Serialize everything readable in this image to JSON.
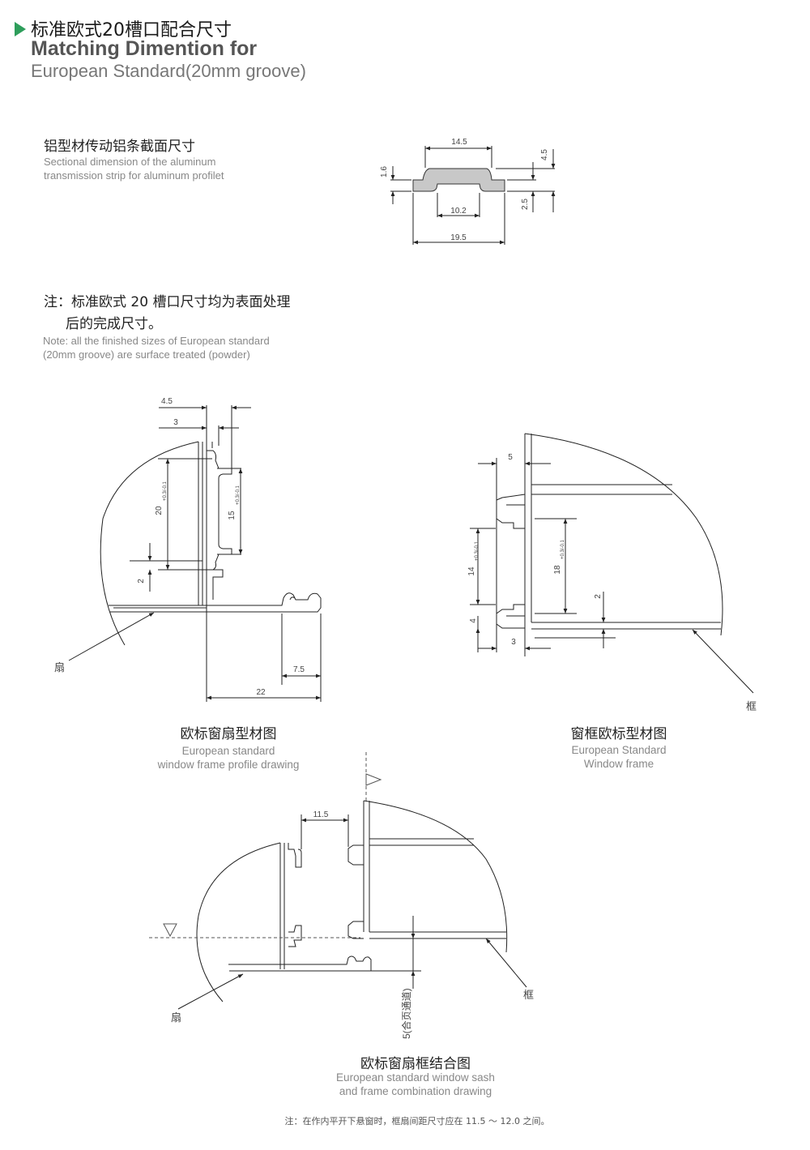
{
  "header": {
    "title_cn": "标准欧式20槽口配合尺寸",
    "title_en_line1": "Matching Dimention for",
    "title_en_line2": "European Standard(20mm groove)",
    "accent_color": "#2e9e5b"
  },
  "strip": {
    "title_cn": "铝型材传动铝条截面尺寸",
    "desc_en_line1": "Sectional dimension of the aluminum",
    "desc_en_line2": "transmission strip for aluminum profilet",
    "dims": {
      "top": "14.5",
      "bottom": "19.5",
      "inner": "10.2",
      "left": "1.6",
      "right_top": "4.5",
      "right_bottom": "2.5"
    }
  },
  "note": {
    "cn_line1": "注：标准欧式 20 槽口尺寸均为表面处理",
    "cn_line2": "后的完成尺寸。",
    "en_line1": "Note: all the finished sizes of European standard",
    "en_line2": "(20mm groove) are surface treated (powder)"
  },
  "sash": {
    "dims": {
      "d45": "4.5",
      "d3": "3",
      "d20": "20",
      "d20_tol": "+0.3/-0.1",
      "d15": "15",
      "d15_tol": "+0.3/-0.1",
      "d2": "2",
      "d75": "7.5",
      "d22": "22"
    },
    "label": "扇",
    "caption_cn": "欧标窗扇型材图",
    "caption_en_line1": "European standard",
    "caption_en_line2": "window frame profile drawing"
  },
  "frame": {
    "dims": {
      "d5": "5",
      "d14": "14",
      "d14_tol": "+0.3/-0.1",
      "d18": "18",
      "d18_tol": "+0.3/-0.1",
      "d2": "2",
      "d4": "4",
      "d3": "3"
    },
    "label": "框",
    "caption_cn": "窗框欧标型材图",
    "caption_en_line1": "European Standard",
    "caption_en_line2": "Window frame"
  },
  "combo": {
    "dims": {
      "d115": "11.5",
      "d5": "5(合页通道)"
    },
    "label_sash": "扇",
    "label_frame": "框",
    "caption_cn": "欧标窗扇框结合图",
    "caption_en_line1": "European standard window sash",
    "caption_en_line2": "and frame combination drawing"
  },
  "footnote": "注：在作内平开下悬窗时，框扇间距尺寸应在 11.5 ～ 12.0 之间。"
}
